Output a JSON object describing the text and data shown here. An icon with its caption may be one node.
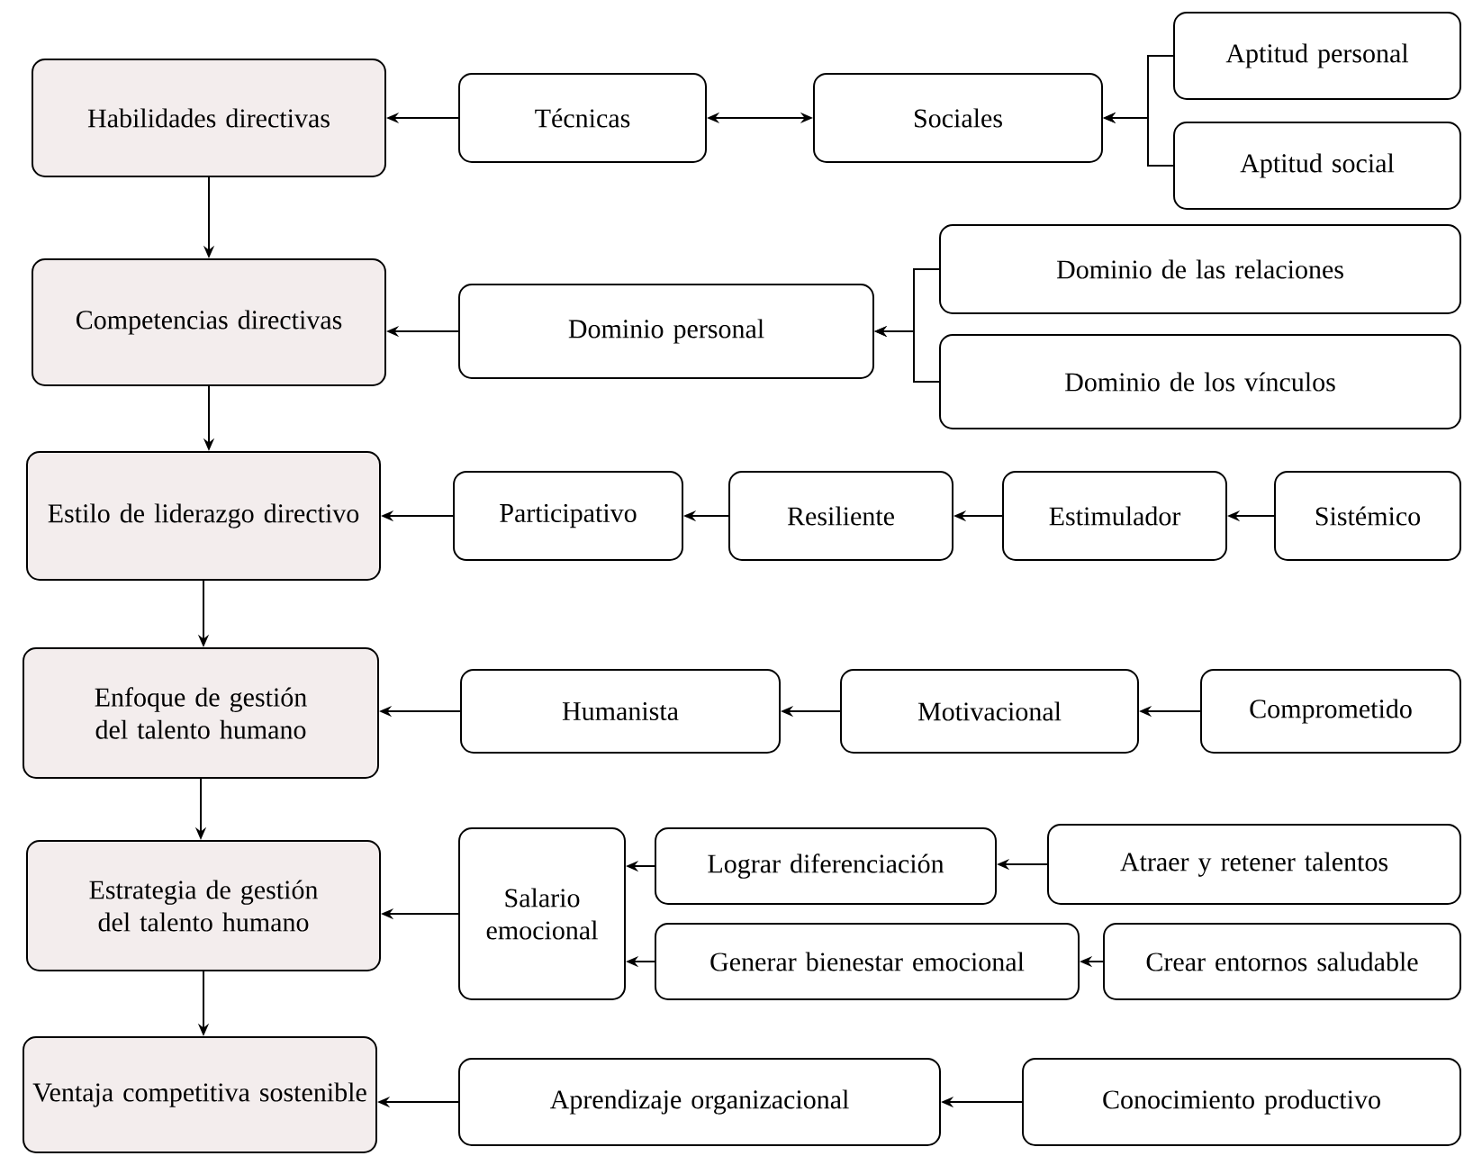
{
  "diagram": {
    "nodes": [
      {
        "text": [
          "Habilidades directivas"
        ]
      },
      {
        "text": [
          "Técnicas"
        ]
      },
      {
        "text": [
          "Sociales"
        ]
      },
      {
        "text": [
          "Aptitud personal"
        ]
      },
      {
        "text": [
          "Aptitud social"
        ]
      },
      {
        "text": [
          "Competencias directivas"
        ]
      },
      {
        "text": [
          "Dominio personal"
        ]
      },
      {
        "text": [
          "Dominio de las relaciones"
        ]
      },
      {
        "text": [
          "Dominio de los vínculos"
        ]
      },
      {
        "text": [
          "Estilo de liderazgo directivo"
        ]
      },
      {
        "text": [
          "Participativo"
        ]
      },
      {
        "text": [
          "Resiliente"
        ]
      },
      {
        "text": [
          "Estimulador"
        ]
      },
      {
        "text": [
          "Sistémico"
        ]
      },
      {
        "text": [
          "Enfoque de gestión del talento humano"
        ]
      },
      {
        "text": [
          "Humanista"
        ]
      },
      {
        "text": [
          "Motivacional"
        ]
      },
      {
        "text": [
          "Comprometido"
        ]
      },
      {
        "text": [
          "Estrategia de gestión del talento humano"
        ]
      },
      {
        "text": [
          "Salario emocional"
        ]
      },
      {
        "text": [
          "Lograr diferenciación"
        ]
      },
      {
        "text": [
          "Atraer y retener talentos"
        ]
      },
      {
        "text": [
          "Generar bienestar emocional"
        ]
      },
      {
        "text": [
          "Crear entornos saludable"
        ]
      },
      {
        "text": [
          "Ventaja competitiva sostenible"
        ]
      },
      {
        "text": [
          "Aprendizaje organizacional"
        ]
      },
      {
        "text": [
          "Conocimiento productivo"
        ]
      }
    ],
    "edges": [
      {
        "from": 1,
        "to": 0,
        "arrow": "to"
      },
      {
        "from": 1,
        "to": 2,
        "arrow": "both"
      },
      {
        "from": 3,
        "to": 2,
        "arrow": "to"
      },
      {
        "from": 4,
        "to": 2,
        "arrow": "to"
      },
      {
        "from": 0,
        "to": 5,
        "arrow": "to"
      },
      {
        "from": 6,
        "to": 5,
        "arrow": "to"
      },
      {
        "from": 7,
        "to": 6,
        "arrow": "to"
      },
      {
        "from": 8,
        "to": 6,
        "arrow": "to"
      },
      {
        "from": 5,
        "to": 9,
        "arrow": "to"
      },
      {
        "from": 10,
        "to": 9,
        "arrow": "to"
      },
      {
        "from": 11,
        "to": 10,
        "arrow": "to"
      },
      {
        "from": 12,
        "to": 11,
        "arrow": "to"
      },
      {
        "from": 13,
        "to": 12,
        "arrow": "to"
      },
      {
        "from": 9,
        "to": 14,
        "arrow": "to"
      },
      {
        "from": 15,
        "to": 14,
        "arrow": "to"
      },
      {
        "from": 16,
        "to": 15,
        "arrow": "to"
      },
      {
        "from": 17,
        "to": 16,
        "arrow": "to"
      },
      {
        "from": 14,
        "to": 18,
        "arrow": "to"
      },
      {
        "from": 19,
        "to": 18,
        "arrow": "to"
      },
      {
        "from": 20,
        "to": 19,
        "arrow": "to"
      },
      {
        "from": 21,
        "to": 20,
        "arrow": "to"
      },
      {
        "from": 22,
        "to": 19,
        "arrow": "to"
      },
      {
        "from": 23,
        "to": 22,
        "arrow": "to"
      },
      {
        "from": 18,
        "to": 24,
        "arrow": "to"
      },
      {
        "from": 25,
        "to": 24,
        "arrow": "to"
      },
      {
        "from": 26,
        "to": 25,
        "arrow": "to"
      }
    ]
  }
}
